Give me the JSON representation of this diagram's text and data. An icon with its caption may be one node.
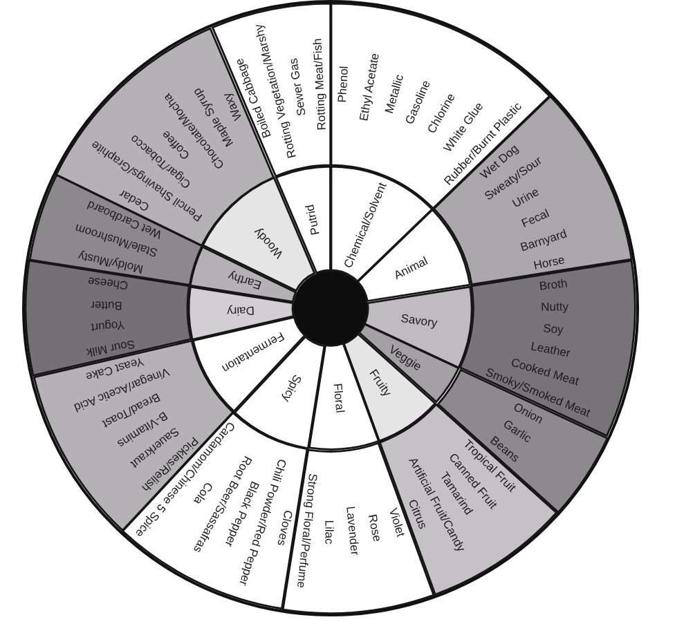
{
  "diagram": {
    "nodes": [
      {
        "text": [
          "Putrid"
        ]
      },
      {
        "text": [
          "Boiled Cabbage",
          "Rotting Vegetation/Marshy",
          "Sewer Gas",
          "Rotting Meat/Fish"
        ]
      },
      {
        "text": [
          "Chemical/Solvent"
        ]
      },
      {
        "text": [
          "Phenol",
          "Ethyl Acetate",
          "Metallic",
          "Gasoline",
          "Chlorine",
          "White Glue",
          "Rubber/Burnt Plastic"
        ]
      },
      {
        "text": [
          "Animal"
        ]
      },
      {
        "text": [
          "Wet Dog",
          "Sweaty/Sour",
          "Urine",
          "Fecal",
          "Barnyard",
          "Horse"
        ]
      },
      {
        "text": [
          "Savory"
        ]
      },
      {
        "text": [
          "Broth",
          "Nutty",
          "Soy",
          "Leather",
          "Cooked Meat",
          "Smoky/Smoked Meat"
        ]
      },
      {
        "text": [
          "Veggie"
        ]
      },
      {
        "text": [
          "Onion",
          "Garlic",
          "Beans"
        ]
      },
      {
        "text": [
          "Fruity"
        ]
      },
      {
        "text": [
          "Tropical Fruit",
          "Canned Fruit",
          "Tamarind",
          "Artificial Fruit/Candy",
          "Citrus"
        ]
      },
      {
        "text": [
          "Floral"
        ]
      },
      {
        "text": [
          "Violet",
          "Rose",
          "Lavender",
          "Lilac",
          "Strong Floral/Perfume"
        ]
      },
      {
        "text": [
          "Spicy"
        ]
      },
      {
        "text": [
          "Cloves",
          "Chili Powder/Red Pepper",
          "Black Pepper",
          "Root Beer/Sassafras",
          "Cola",
          "Cardamom/Chinese 5 Spice"
        ]
      },
      {
        "text": [
          "Fermentation"
        ]
      },
      {
        "text": [
          "Pickles/Relish",
          "Sauerkraut",
          "B-Vitamins",
          "Bread/Toast",
          "Vinegar/Acetic Acid",
          "Yeast Cake"
        ]
      },
      {
        "text": [
          "Dairy"
        ]
      },
      {
        "text": [
          "Sour Milk",
          "Yogurt",
          "Butter",
          "Cheese"
        ]
      },
      {
        "text": [
          "Earthy"
        ]
      },
      {
        "text": [
          "Moldy/Musty",
          "Stale/Mushroom",
          "Wet Cardboard"
        ]
      },
      {
        "text": [
          "Woody"
        ]
      },
      {
        "text": [
          "Cedar",
          "Pencil Shavings/Graphite",
          "Cigar/Tobacco",
          "Coffee",
          "Chocolate/Mocha",
          "Maple Syrup",
          "Waxy"
        ]
      }
    ]
  }
}
